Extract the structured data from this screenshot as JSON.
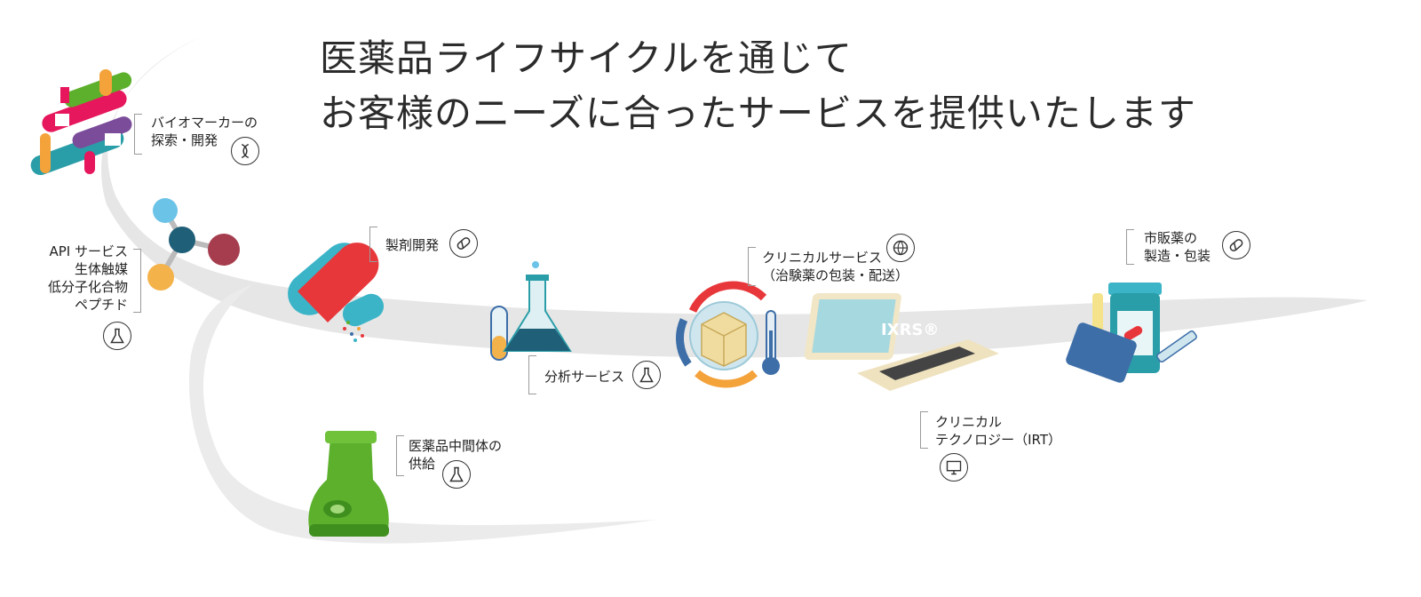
{
  "headline": {
    "line1": "医薬品ライフサイクルを通じて",
    "line2": "お客様のニーズに合ったサービスを提供いたします"
  },
  "services": {
    "biomarker": {
      "line1": "バイオマーカーの",
      "line2": "探索・開発",
      "icon": "dna-icon"
    },
    "api": {
      "line1": "API サービス",
      "line2": "生体触媒",
      "line3": "低分子化合物",
      "line4": "ペプチド",
      "icon": "flask-icon"
    },
    "formulation": {
      "line1": "製剤開発",
      "icon": "pill-icon"
    },
    "intermediates": {
      "line1": "医薬品中間体の",
      "line2": "供給",
      "icon": "flask-icon"
    },
    "analysis": {
      "line1": "分析サービス",
      "icon": "flask-icon"
    },
    "clinical": {
      "line1": "クリニカルサービス",
      "line2": "（治験薬の包装・配送）",
      "icon": "globe-icon"
    },
    "irt": {
      "line1": "クリニカル",
      "line2": "テクノロジー（IRT）",
      "icon": "monitor-icon"
    },
    "commercial": {
      "line1": "市販薬の",
      "line2": "製造・包装",
      "icon": "pill-icon"
    }
  },
  "laptop_screen_text": "IXRS®",
  "colors": {
    "path": "#e6e6e6",
    "pink": "#e6175c",
    "teal": "#2a9ea8",
    "red": "#e8373a",
    "orange": "#f4a23a",
    "green": "#5cb02c",
    "blue": "#3d6ea8",
    "purple": "#7b4c9a"
  }
}
